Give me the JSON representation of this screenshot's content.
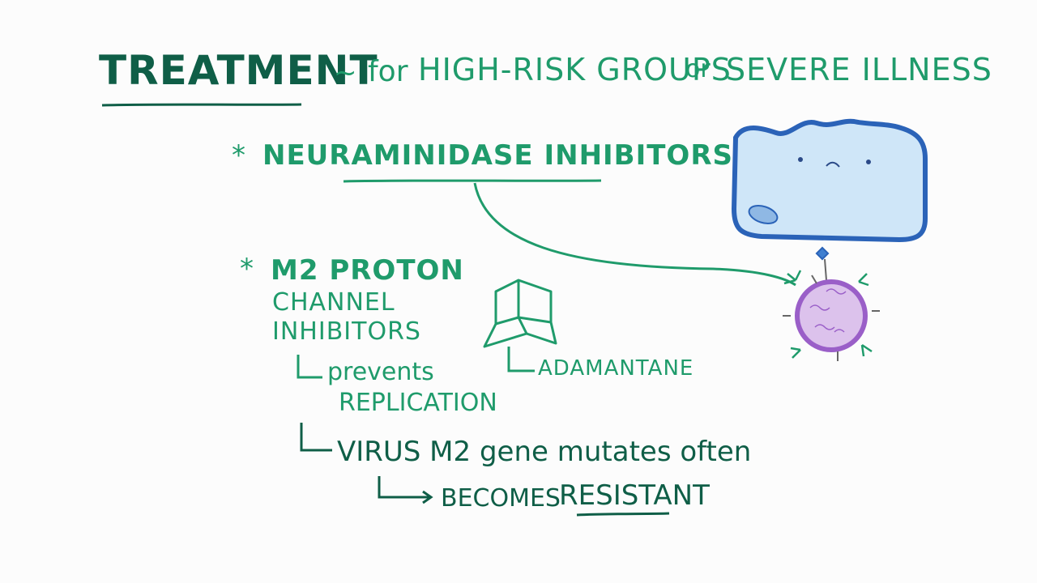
{
  "title": "TREATMENT",
  "subtitle": {
    "tilde": "~",
    "for": "for",
    "group": "HIGH-RISK GROUPS",
    "or": "or",
    "illness": "SEVERE ILLNESS"
  },
  "bullets": [
    {
      "star": "*",
      "label": "NEURAMINIDASE INHIBITORS"
    },
    {
      "star": "*",
      "label_line1": "M2 PROTON",
      "label_line2": "CHANNEL",
      "label_line3": "INHIBITORS"
    }
  ],
  "notes": {
    "prevents": "prevents",
    "replication": "REPLICATION",
    "adamantane": "ADAMANTANE",
    "mutates": "VIRUS M2 gene mutates often",
    "becomes": "BECOMES",
    "resistant": "RESISTANT"
  },
  "colors": {
    "green": "#1f9b6b",
    "dark_green": "#0f5e47",
    "cell_fill": "#cfe6f8",
    "cell_stroke": "#2b63b8",
    "virus_fill": "#d7b8e8",
    "virus_stroke": "#9a5fc8"
  },
  "icons": [
    "cell-icon",
    "virus-icon",
    "adamantane-molecule-icon"
  ]
}
